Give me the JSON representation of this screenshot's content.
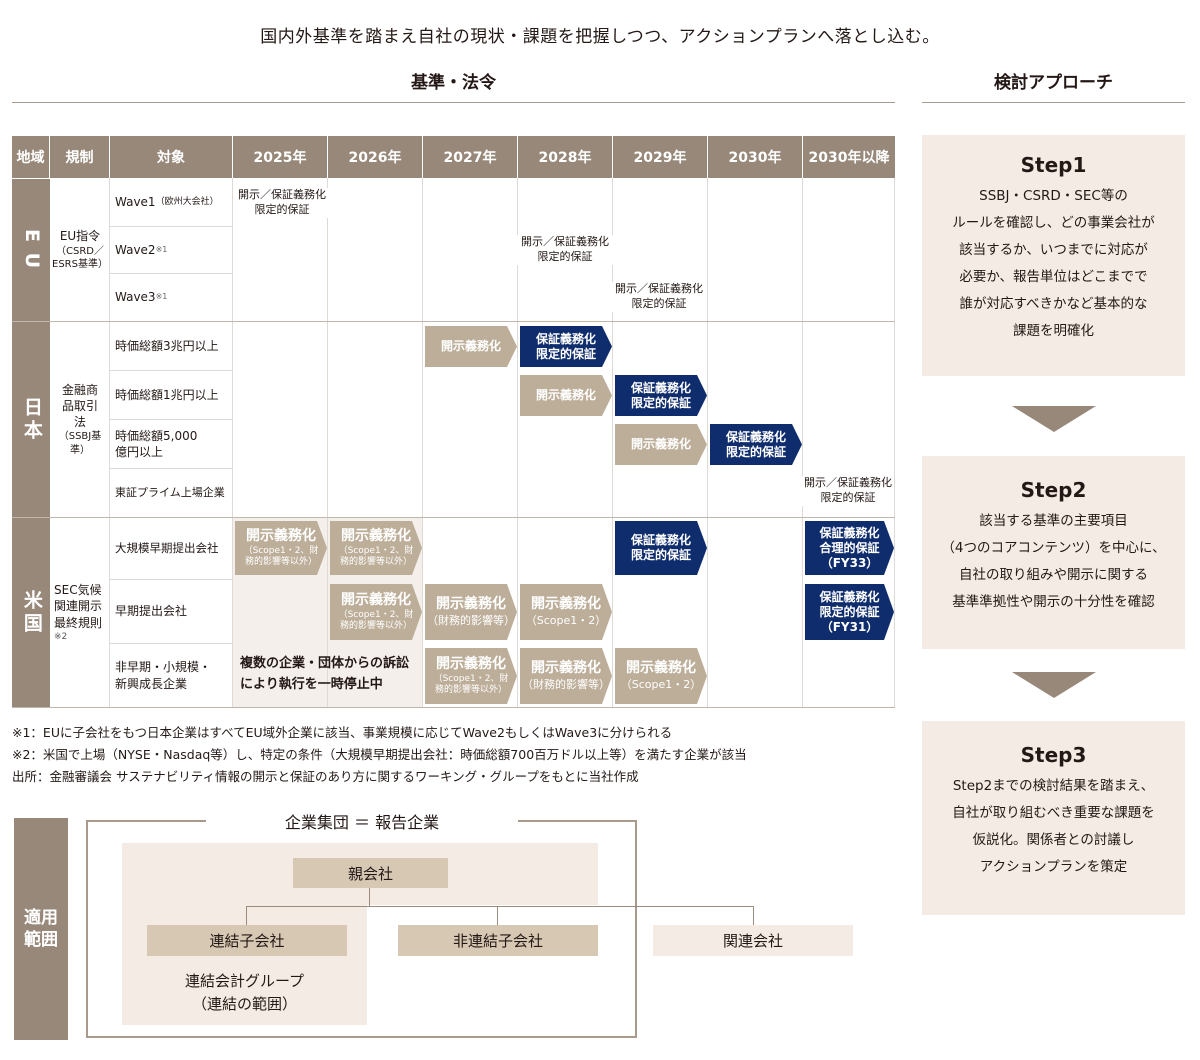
{
  "headline": "国内外基準を踏まえ自社の現状・課題を把握しつつ、アクションプランへ落とし込む。",
  "left_title": "基準・法令",
  "right_title": "検討アプローチ",
  "table": {
    "headers": [
      "地域",
      "規制",
      "対象",
      "2025年",
      "2026年",
      "2027年",
      "2028年",
      "2029年",
      "2030年",
      "2030年以降"
    ],
    "eu": {
      "region": "E U",
      "regulation": "EU指令",
      "regulation_sub": "（CSRD／ESRS基準）",
      "rows": [
        {
          "target": "Wave1",
          "target_sub": "（欧州大会社）",
          "mark": ""
        },
        {
          "target": "Wave2",
          "target_sub": "",
          "mark": "※1"
        },
        {
          "target": "Wave3",
          "target_sub": "",
          "mark": "※1"
        }
      ],
      "disclosure_line1": "開示／保証義務化",
      "disclosure_line2": "限定的保証"
    },
    "japan": {
      "region": "日本",
      "regulation": "金融商品取引法",
      "regulation_sub": "（SSBJ基準）",
      "rows": [
        {
          "target": "時価総額3兆円以上"
        },
        {
          "target": "時価総額1兆円以上"
        },
        {
          "target": "時価総額5,000億円以上"
        },
        {
          "target": "東証プライム上場企業"
        }
      ],
      "mandatory_disclosure": "開示義務化",
      "assurance_line1": "保証義務化",
      "assurance_line2": "限定的保証",
      "prime_line1": "開示／保証義務化",
      "prime_line2": "限定的保証"
    },
    "us": {
      "region": "米国",
      "regulation": "SEC気候関連開示最終規則",
      "regulation_mark": "※2",
      "rows": [
        {
          "target": "大規模早期提出会社"
        },
        {
          "target": "早期提出会社"
        },
        {
          "target": "非早期・小規模・新興成長企業"
        }
      ],
      "mandatory_disclosure": "開示義務化",
      "scope_fin": "（Scope1・2、財務的影響等以外）",
      "fin_impact": "（財務的影響等）",
      "scope12": "（Scope1・2）",
      "assurance": "保証義務化",
      "limited": "限定的保証",
      "reasonable": "合理的保証",
      "fy33": "（FY33）",
      "fy31": "（FY31）",
      "halt_line1": "複数の企業・団体からの訴訟",
      "halt_line2": "により執行を一時停止中"
    }
  },
  "notes": [
    "※1：EUに子会社をもつ日本企業はすべてEU域外企業に該当、事業規模に応じてWave2もしくはWave3に分けられる",
    "※2：米国で上場（NYSE・Nasdaq等）し、特定の条件（大規模早期提出会社：時価総額700百万ドル以上等）を満たす企業が該当",
    "出所：金融審議会 サステナビリティ情報の開示と保証のあり方に関するワーキング・グループをもとに当社作成"
  ],
  "scope": {
    "side_label": "適用範囲",
    "group_title": "企業集団 ＝ 報告企業",
    "parent": "親会社",
    "consolidated_sub": "連結子会社",
    "nonconsolidated_sub": "非連結子会社",
    "affiliate": "関連会社",
    "consolidated_group": "連結会計グループ",
    "consolidated_scope": "（連結の範囲）"
  },
  "steps": [
    {
      "title": "Step1",
      "body": "SSBJ・CSRD・SEC等の\nルールを確認し、どの事業会社が\n該当するか、いつまでに対応が\n必要か、報告単位はどこまでで\n誰が対応すべきかなど基本的な\n課題を明確化"
    },
    {
      "title": "Step2",
      "body": "該当する基準の主要項目\n（4つのコアコンテンツ）を中心に、\n自社の取り組みや開示に関する\n基準準拠性や開示の十分性を確認"
    },
    {
      "title": "Step3",
      "body": "Step2までの検討結果を踏まえ、\n自社が取り組むべき重要な課題を\n仮説化。関係者との討議し\nアクションプランを策定"
    }
  ],
  "colors": {
    "taupe": "#97887a",
    "tan_arrow": "#bdae99",
    "navy": "#0f2d6d",
    "beige_bg": "#f4ece4"
  }
}
